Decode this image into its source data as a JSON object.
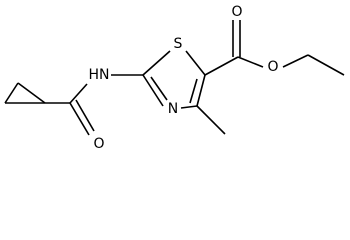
{
  "structure": {
    "atoms": {
      "s1": "S",
      "n_ring": "N",
      "nh": "HN",
      "o_amide": "O",
      "o_carbonyl": "O",
      "o_ester": "O"
    }
  }
}
